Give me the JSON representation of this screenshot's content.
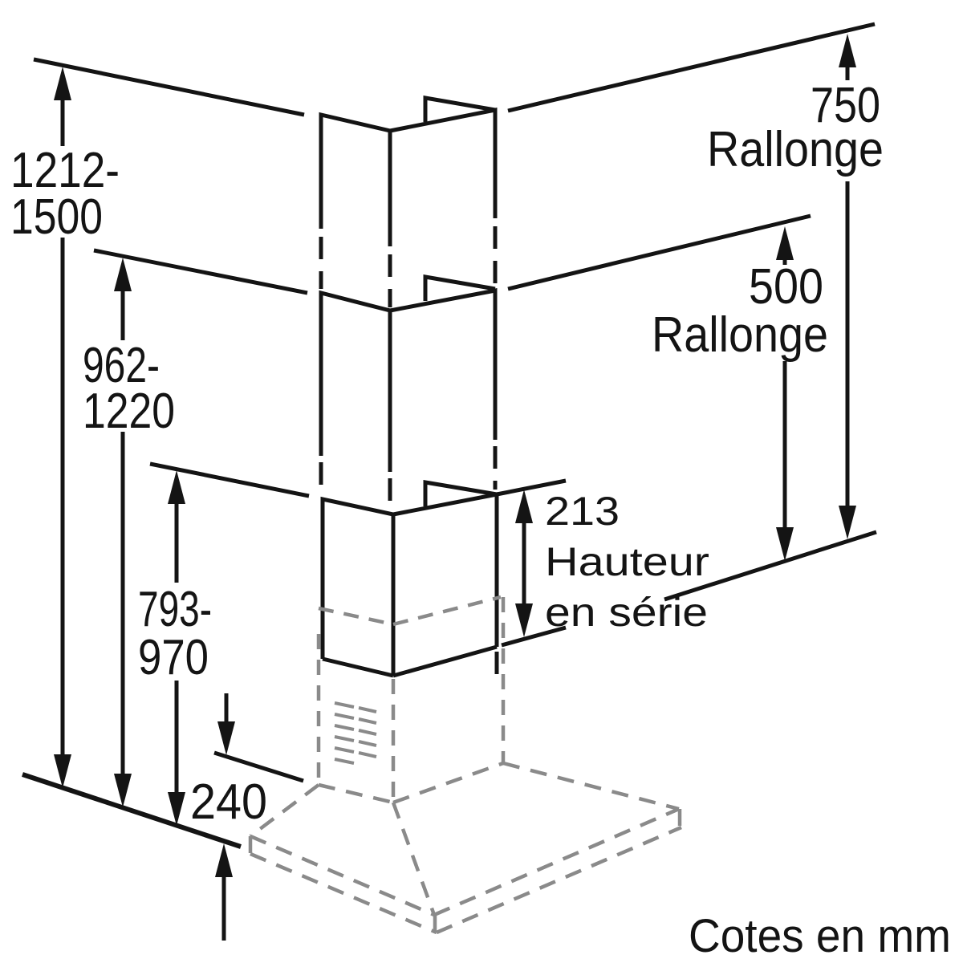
{
  "diagram": {
    "type": "installation-dimension-drawing",
    "unit_note": "Cotes en mm",
    "dimensions": {
      "total_height_with_long_extension": {
        "line1": "1212-",
        "line2": "1500"
      },
      "height_with_short_extension": {
        "line1": "962-",
        "line2": "1220"
      },
      "height_standard": {
        "line1": "793-",
        "line2": "970"
      },
      "hob_offset": {
        "value": "240"
      },
      "extension_750": {
        "value": "750",
        "label": "Rallonge"
      },
      "extension_500": {
        "value": "500",
        "label": "Rallonge"
      },
      "standard_chimney": {
        "value": "213",
        "label_line1": "Hauteur",
        "label_line2": "en série"
      }
    },
    "colors": {
      "line": "#141414",
      "hidden": "#8a8a8a",
      "background": "#ffffff"
    }
  }
}
